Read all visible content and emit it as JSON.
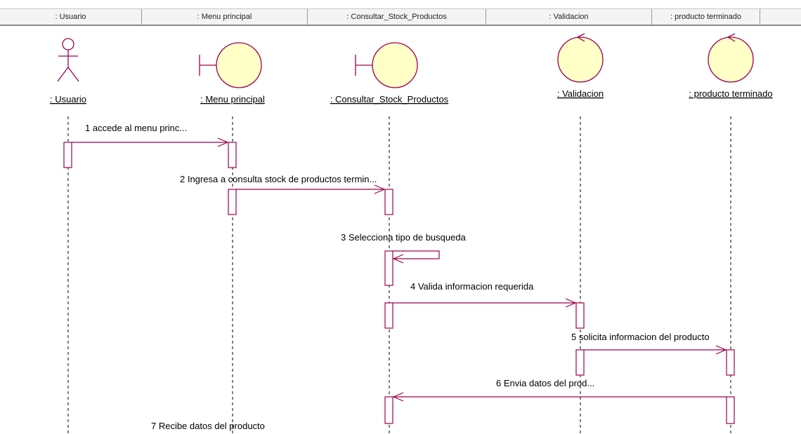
{
  "header_tabs": [
    ": Usuario",
    ": Menu principal",
    ": Consultar_Stock_Productos",
    ": Validacion",
    ": producto terminado"
  ],
  "lifelines": [
    {
      "name": ": Usuario",
      "icon": "actor-icon"
    },
    {
      "name": ": Menu principal",
      "icon": "boundary-icon"
    },
    {
      "name": ": Consultar_Stock_Productos",
      "icon": "boundary-icon"
    },
    {
      "name": ": Validacion",
      "icon": "control-icon"
    },
    {
      "name": ": producto terminado",
      "icon": "control-icon"
    }
  ],
  "messages": [
    {
      "label": "1 accede al menu princ..."
    },
    {
      "label": "2 Ingresa a consulta stock de productos termin..."
    },
    {
      "label": "3 Selecciona tipo de busqueda"
    },
    {
      "label": "4 Valida informacion requerida"
    },
    {
      "label": "5 solicita informacion del producto"
    },
    {
      "label": "6 Envia datos del prod..."
    },
    {
      "label": "7 Recibe datos del producto"
    }
  ],
  "colors": {
    "accent": "#a0004e",
    "object_fill": "#ffffc8",
    "lifeline": "#000000"
  }
}
